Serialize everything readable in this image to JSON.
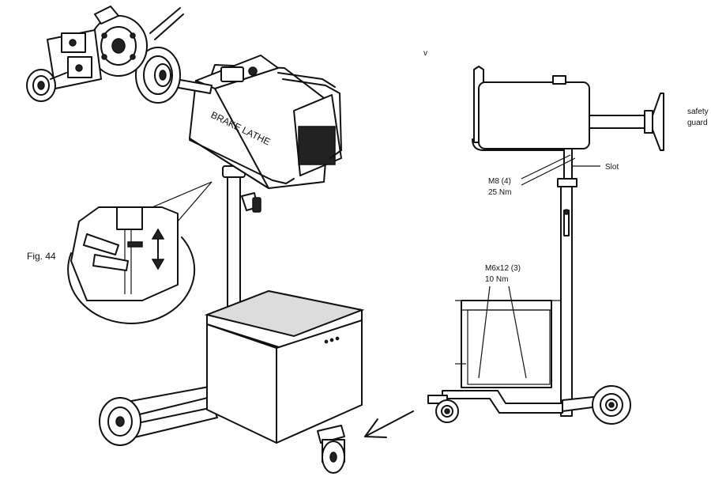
{
  "left_figure": {
    "machine_label": "BRAKE LATHE",
    "figure_label": "Fig. 44"
  },
  "right_figure": {
    "small_mark": "v",
    "safety_guard_line1": "safety",
    "safety_guard_line2": "guard",
    "slot_label": "Slot",
    "bolt_top_line1": "M8 (4)",
    "bolt_top_line2": "25 Nm",
    "bolt_bottom_line1": "M6x12 (3)",
    "bolt_bottom_line2": "10 Nm"
  }
}
